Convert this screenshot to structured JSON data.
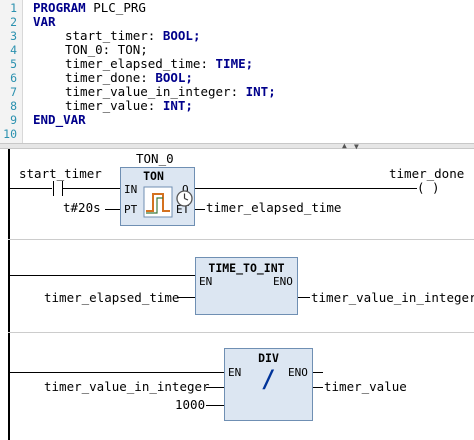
{
  "declaration": {
    "line_numbers": [
      "1",
      "2",
      "3",
      "4",
      "5",
      "6",
      "7",
      "8",
      "9",
      "10"
    ],
    "program_keyword": "PROGRAM",
    "program_name": "PLC_PRG",
    "var_keyword": "VAR",
    "end_var_keyword": "END_VAR",
    "variables": [
      {
        "name": "start_timer: ",
        "type": "BOOL;"
      },
      {
        "name": "TON_0: TON;",
        "type": ""
      },
      {
        "name": "timer_elapsed_time: ",
        "type": "TIME;"
      },
      {
        "name": "timer_done: ",
        "type": "BOOL;"
      },
      {
        "name": "timer_value_in_integer: ",
        "type": "INT;"
      },
      {
        "name": "timer_value: ",
        "type": "INT;"
      }
    ]
  },
  "rung1": {
    "contact_var": "start_timer",
    "instance_name": "TON_0",
    "block_type": "TON",
    "pins": {
      "in": "IN",
      "pt": "PT",
      "q": "Q",
      "et": "ET"
    },
    "pt_value": "t#20s",
    "et_output": "timer_elapsed_time",
    "coil_var": "timer_done",
    "coil_symbol": "( )"
  },
  "rung2": {
    "block_type": "TIME_TO_INT",
    "pins": {
      "en": "EN",
      "eno": "ENO"
    },
    "input": "timer_elapsed_time",
    "output": "timer_value_in_integer"
  },
  "rung3": {
    "block_type": "DIV",
    "symbol": "/",
    "pins": {
      "en": "EN",
      "eno": "ENO"
    },
    "input1": "timer_value_in_integer",
    "input2": "1000",
    "output": "timer_value"
  },
  "colors": {
    "keyword": "#00008b",
    "line_number": "#2b91af",
    "block_fill": "#dce6f2",
    "block_border": "#6f8fb3"
  }
}
